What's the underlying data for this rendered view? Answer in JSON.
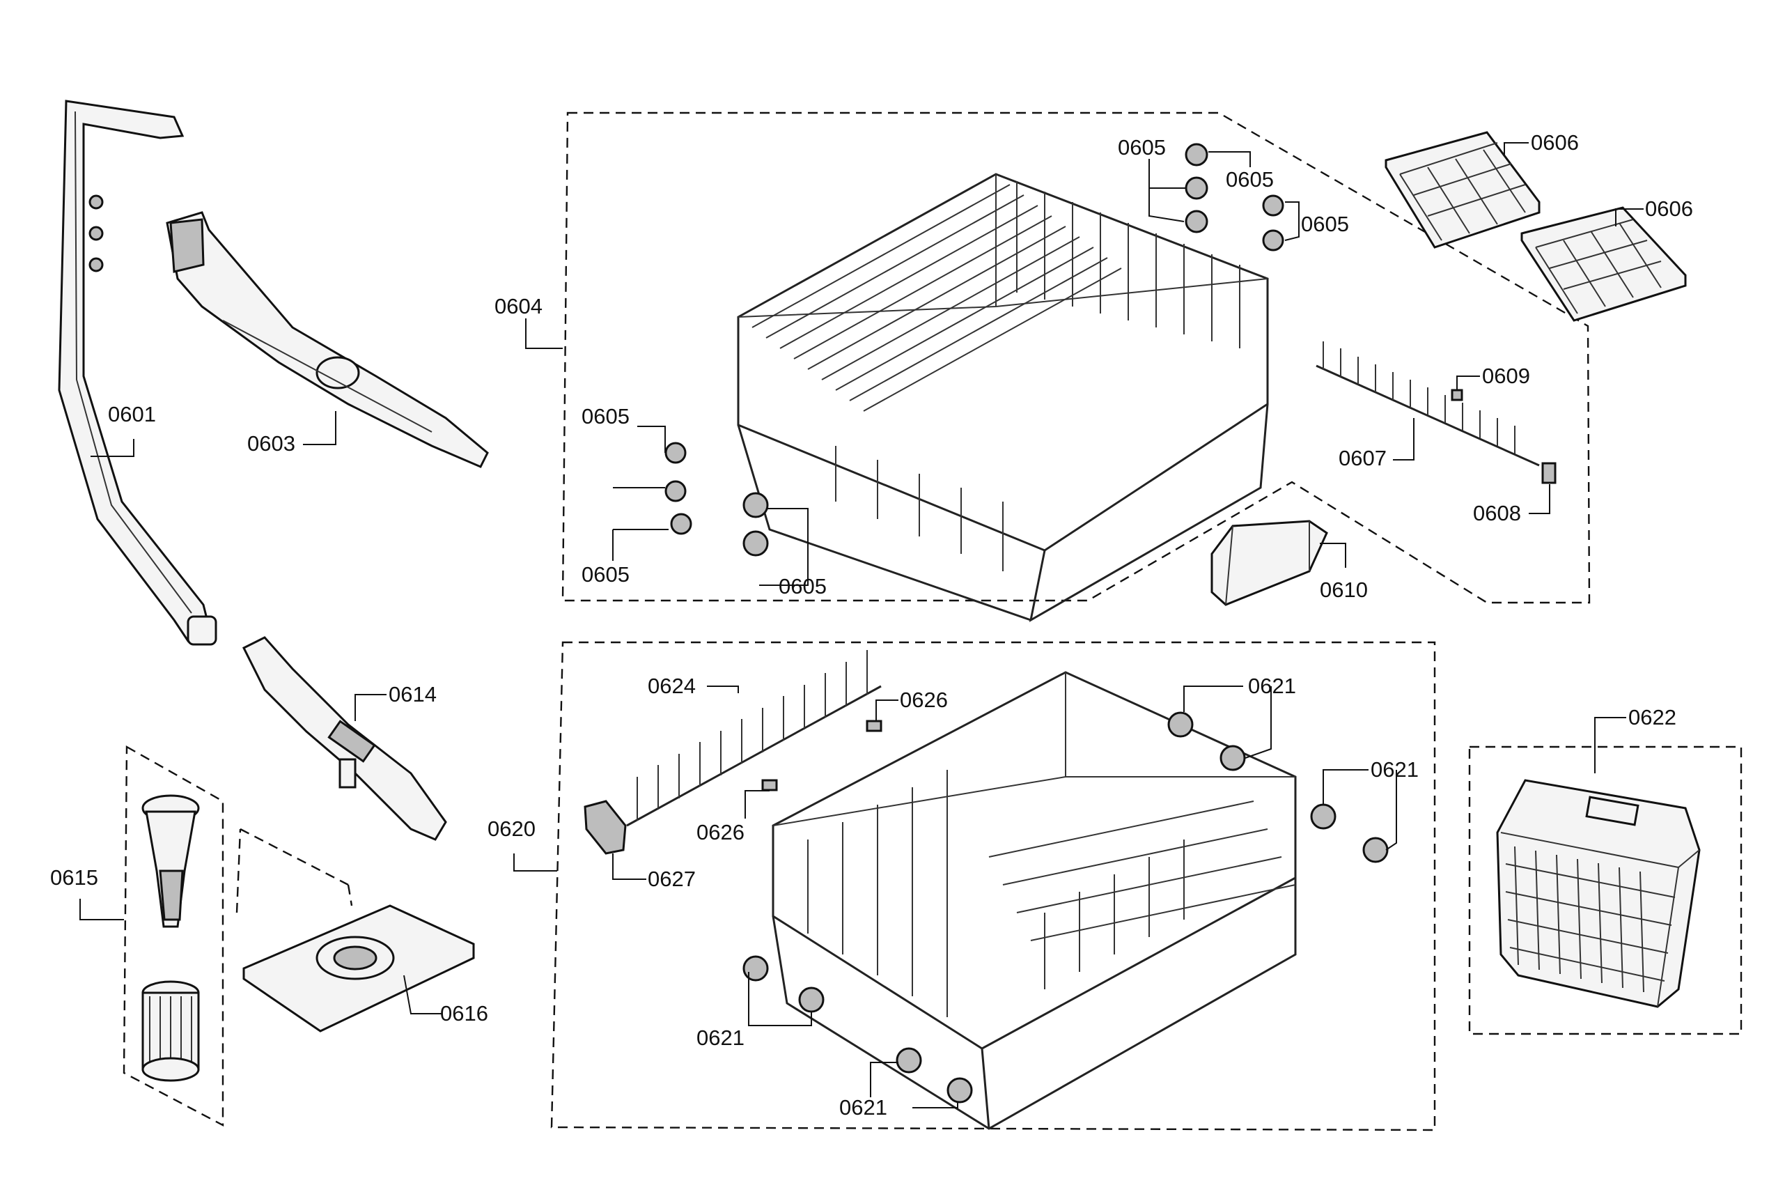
{
  "labels": {
    "p0601": "0601",
    "p0603": "0603",
    "p0604": "0604",
    "p0605": "0605",
    "p0606": "0606",
    "p0607": "0607",
    "p0608": "0608",
    "p0609": "0609",
    "p0610": "0610",
    "p0614": "0614",
    "p0615": "0615",
    "p0616": "0616",
    "p0620": "0620",
    "p0621": "0621",
    "p0622": "0622",
    "p0624": "0624",
    "p0626": "0626",
    "p0627": "0627"
  }
}
